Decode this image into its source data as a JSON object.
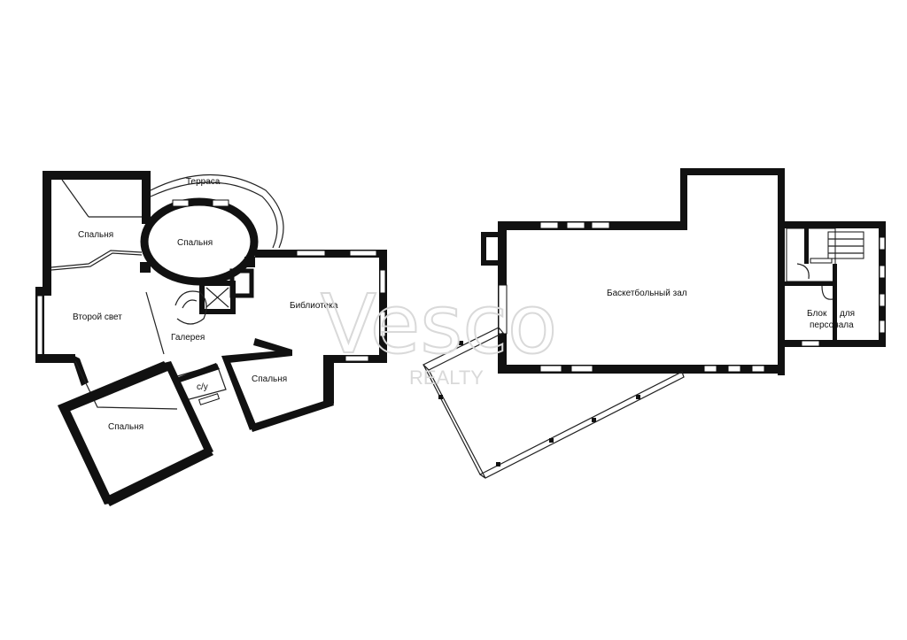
{
  "labels": {
    "terrace": "Терраса",
    "bedroom_top": "Спальня",
    "bedroom_oval": "Спальня",
    "second_light": "Второй свет",
    "gallery": "Галерея",
    "library": "Библиотека",
    "wc": "с/у",
    "bedroom_small": "Спальня",
    "bedroom_bottom": "Спальня",
    "basketball_hall": "Баскетбольный зал",
    "staff_block_line1a": "Блок",
    "staff_block_line1b": "для",
    "staff_block_line2": "персонала"
  },
  "watermark": {
    "brand": "Vesco",
    "sub": "REALTY"
  },
  "colors": {
    "wall": "#111111",
    "watermark": "#d9d9d9",
    "background": "#ffffff"
  }
}
